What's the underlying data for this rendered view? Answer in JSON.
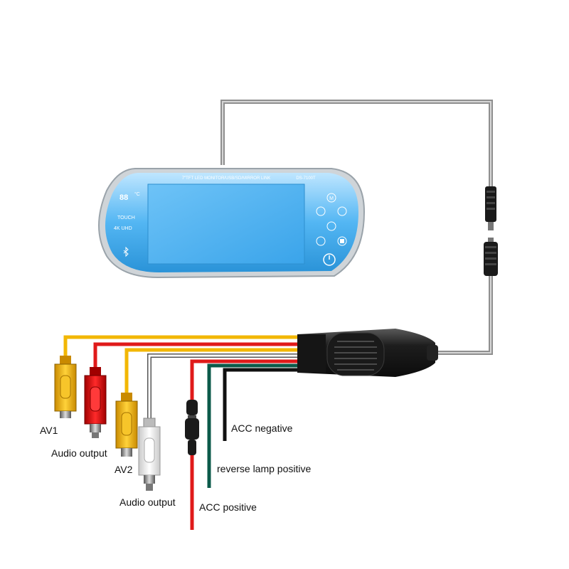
{
  "monitor": {
    "top_strip": "7\"TFT LED MONITOR/USB/SD/MIRROR LINK",
    "model": "DS-7100T",
    "temp_display": "88",
    "temp_unit": "°C",
    "touch_label": "TOUCH",
    "uhd_label": "4K UHD",
    "icons": [
      "bluetooth-icon",
      "m-icon",
      "nav-icon",
      "phone-icon",
      "setting-icon",
      "media-icon",
      "play-icon",
      "power-icon"
    ]
  },
  "labels": {
    "av1": "AV1",
    "audio_output_1": "Audio output",
    "av2": "AV2",
    "audio_output_2": "Audio output",
    "acc_negative": "ACC negative",
    "reverse_lamp_positive": "reverse lamp positive",
    "acc_positive": "ACC positive"
  },
  "colors": {
    "yellow_wire": "#f2b705",
    "red_wire": "#e01a1a",
    "white_wire": "#ffffff",
    "green_wire": "#0b5a4a",
    "black_wire": "#111111",
    "grey_cable": "#9a9a9a",
    "screen_blue": "#4fb3f2"
  }
}
